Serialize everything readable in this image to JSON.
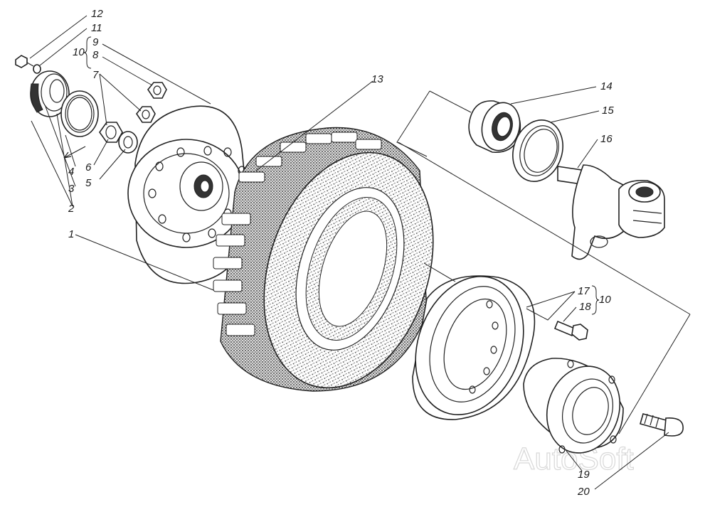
{
  "labels": {
    "l1": "1",
    "l2": "2",
    "l3": "3",
    "l4": "4",
    "l5": "5",
    "l6": "6",
    "l7": "7",
    "l8": "8",
    "l9": "9",
    "l10": "10",
    "l10b": "10",
    "l11": "11",
    "l12": "12",
    "l13": "13",
    "l14": "14",
    "l15": "15",
    "l16": "16",
    "l17": "17",
    "l18": "18",
    "l19": "19",
    "l20": "20"
  },
  "watermark": "AutoSoft"
}
